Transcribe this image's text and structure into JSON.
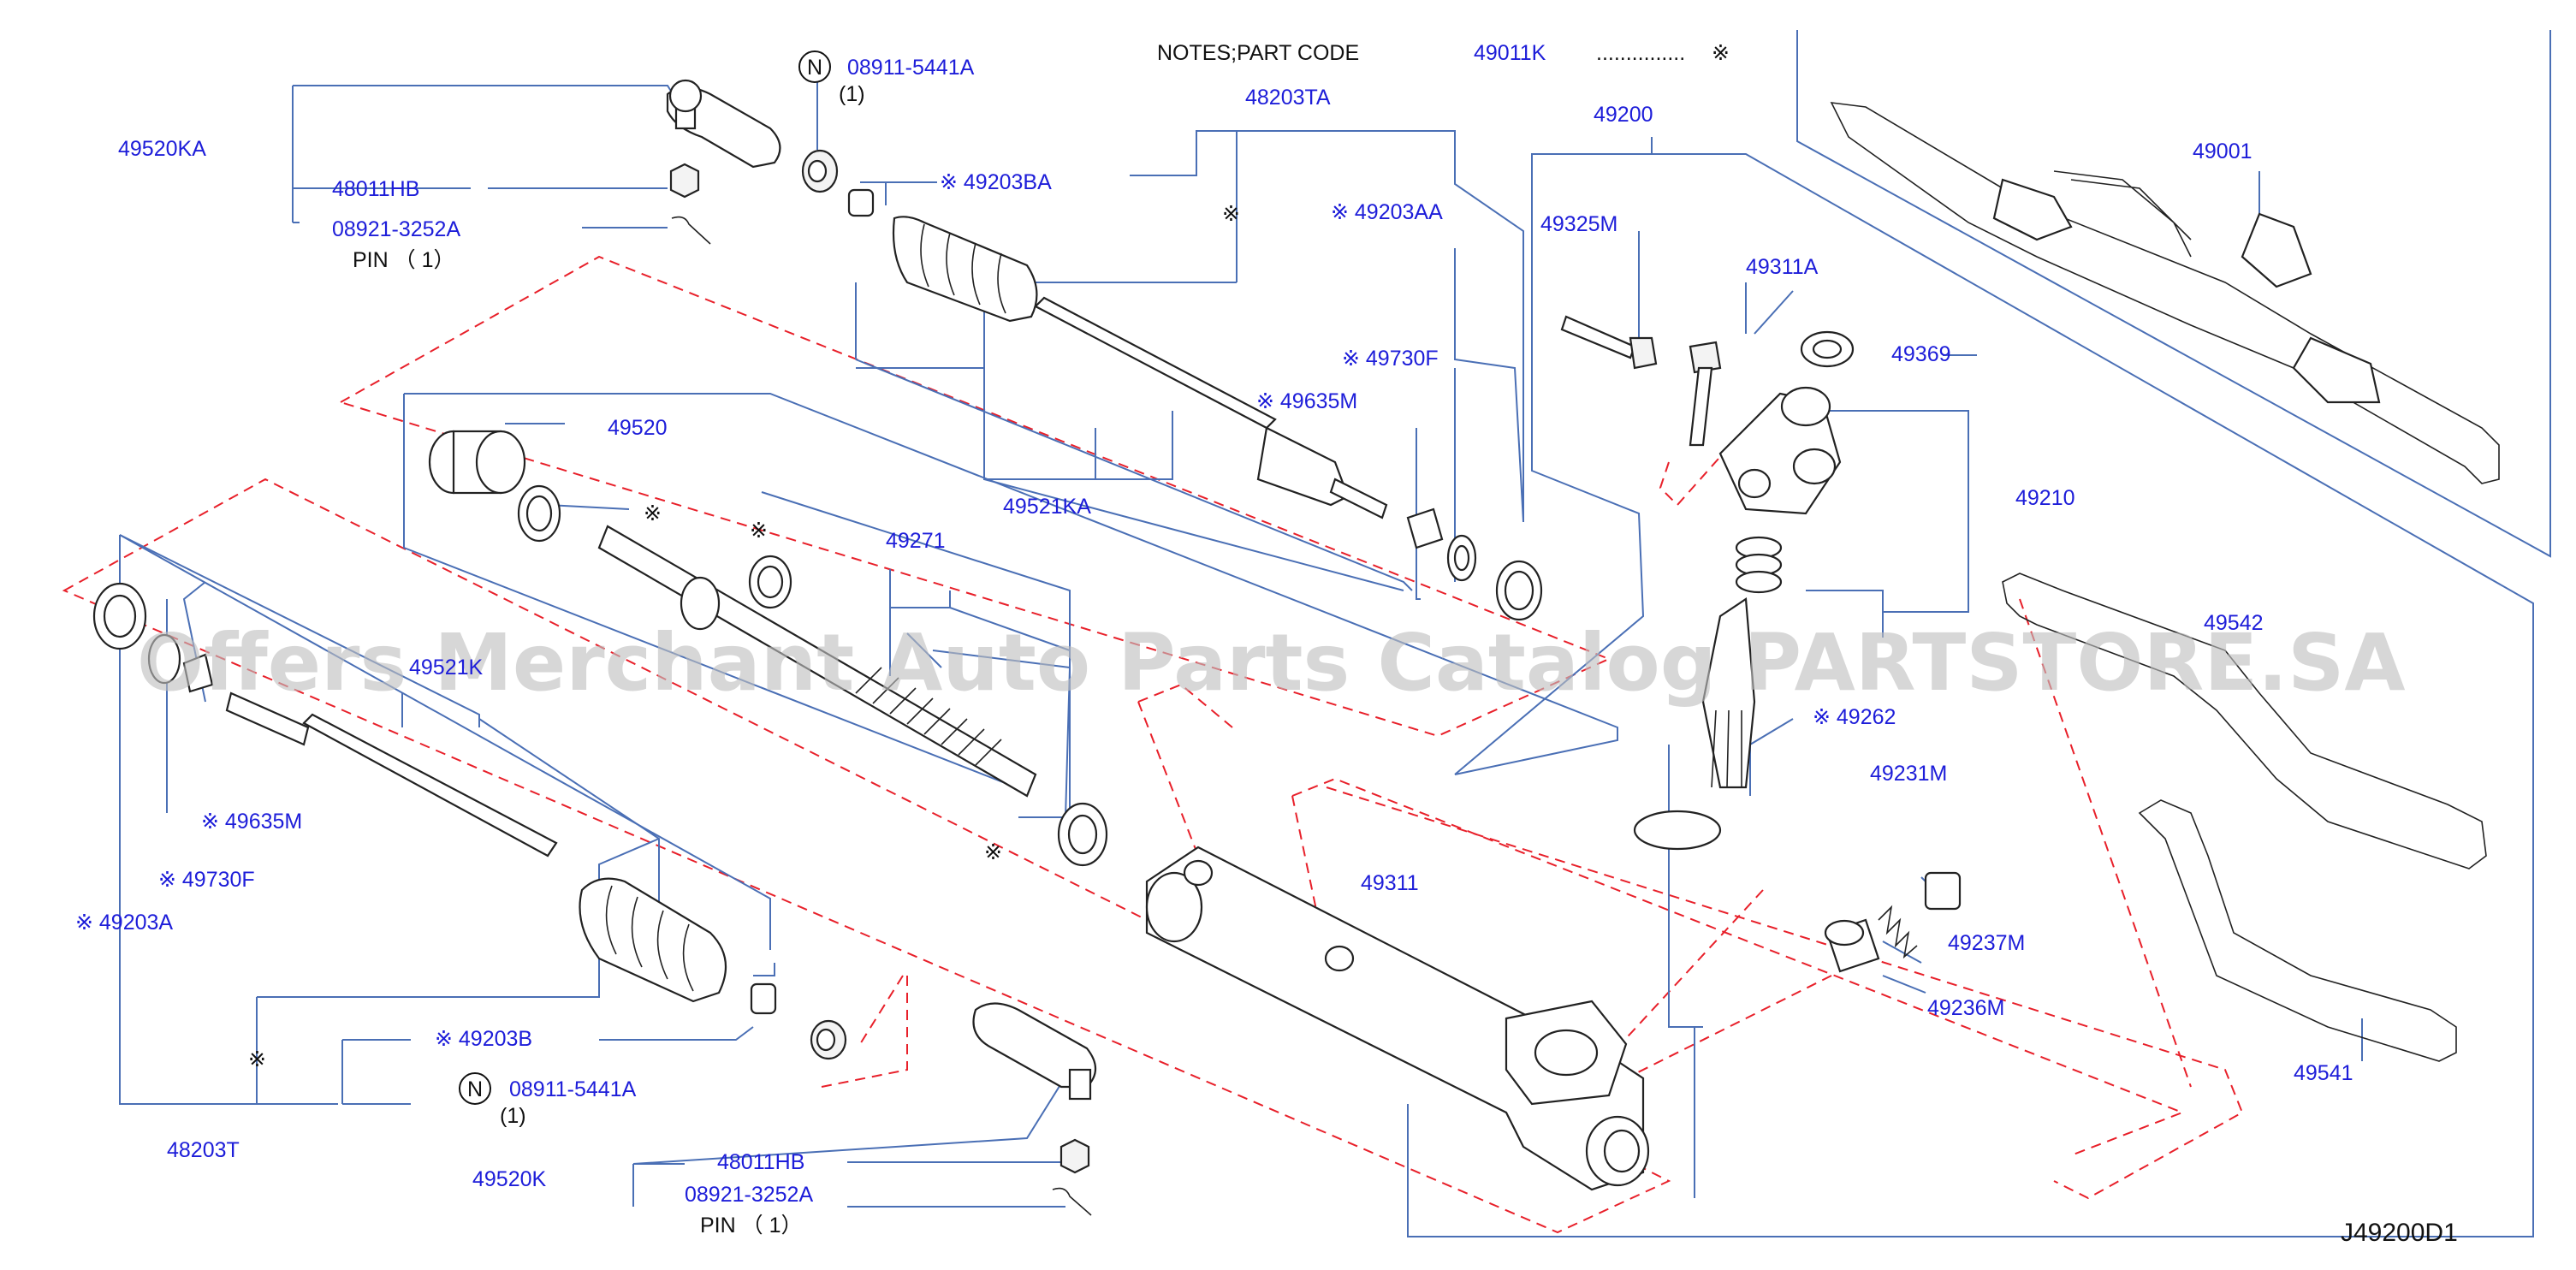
{
  "notes": {
    "label": "NOTES;PART   CODE",
    "code": "49011K",
    "dots": "...............",
    "mark": "※"
  },
  "reference_id": "J49200D1",
  "watermark": "Offers Merchant Auto Parts Catalog PARTSTORE.SA",
  "callouts": {
    "p49520KA": "49520KA",
    "p48011HB_top": "48011HB",
    "p08921_top": "08921-3252A",
    "pin_top": "PIN  （ 1）",
    "n_top": "N",
    "p08911_top": "08911-5441A",
    "qty_top": "(1)",
    "p49203BA": "※ 49203BA",
    "p48203TA": "48203TA",
    "mark_48203TA": "※",
    "p49203AA": "※ 49203AA",
    "p49730F_top": "※ 49730F",
    "p49635M_top": "※ 49635M",
    "p49521KA": "49521KA",
    "p49520": "49520",
    "mark_49520": "※",
    "mark_49271": "※",
    "p49271": "49271",
    "mark_seal": "※",
    "p49521K": "49521K",
    "p49635M_left": "※ 49635M",
    "p49730F_left": "※ 49730F",
    "p49203A": "※ 49203A",
    "mark_48203T": "※",
    "p49203B": "※ 49203B",
    "n_bottom": "N",
    "p08911_bottom": "08911-5441A",
    "qty_bottom": "(1)",
    "p48203T": "48203T",
    "p48011HB_bottom": "48011HB",
    "p49520K": "49520K",
    "p08921_bottom": "08921-3252A",
    "pin_bottom": "PIN  （ 1）",
    "p49200": "49200",
    "p49325M": "49325M",
    "p49311A": "49311A",
    "p49369": "49369",
    "p49210": "49210",
    "p49262": "※ 49262",
    "p49231M": "49231M",
    "p49237M": "49237M",
    "p49236M": "49236M",
    "p49311": "49311",
    "p49001": "49001",
    "p49542": "49542",
    "p49541": "49541"
  }
}
